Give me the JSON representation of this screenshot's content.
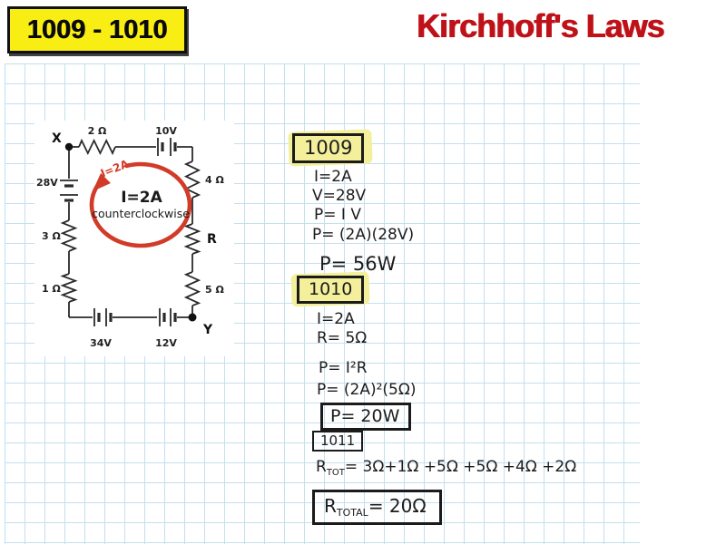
{
  "page": {
    "badge_label": "1009 - 1010",
    "title": "Kirchhoff's Laws"
  },
  "colors": {
    "badge_yellow": "#f9ee14",
    "title_red": "#bf1118",
    "grid_blue": "#c3e0ef",
    "highlight_yellow": "#f3ef9b",
    "pen_red": "#d23b28",
    "ink_black": "#1c1c1c"
  },
  "circuit": {
    "node_x_label": "X",
    "node_y_label": "Y",
    "resistor_top_label": "2 Ω",
    "battery_top_label": "10V",
    "resistor_right1_label": "4 Ω",
    "resistor_right2_label": "R",
    "resistor_right3_label": "5 Ω",
    "battery_left_label": "28V",
    "resistor_left1_label": "3 Ω",
    "resistor_left2_label": "1 Ω",
    "battery_bottom1_label": "34V",
    "battery_bottom2_label": "12V",
    "current_label": "I=2A",
    "direction_label": "counterclockwise",
    "red_note": "I=2A"
  },
  "work": {
    "p1009": {
      "label": "1009",
      "lines": [
        "I=2A",
        "V=28V",
        "P= I V",
        "P= (2A)(28V)"
      ],
      "result": "P= 56W"
    },
    "p1010": {
      "label": "1010",
      "lines": [
        "I=2A",
        "R= 5Ω",
        "P= I²R",
        "P= (2A)²(5Ω)"
      ],
      "result": "P= 20W"
    },
    "p1011": {
      "label": "1011",
      "eq_base": "R",
      "eq_sub": "TOT",
      "eq_rest": "= 3Ω+1Ω +5Ω +5Ω +4Ω +2Ω",
      "result_base": "R",
      "result_sub": "TOTAL",
      "result_rest": "= 20Ω"
    }
  }
}
